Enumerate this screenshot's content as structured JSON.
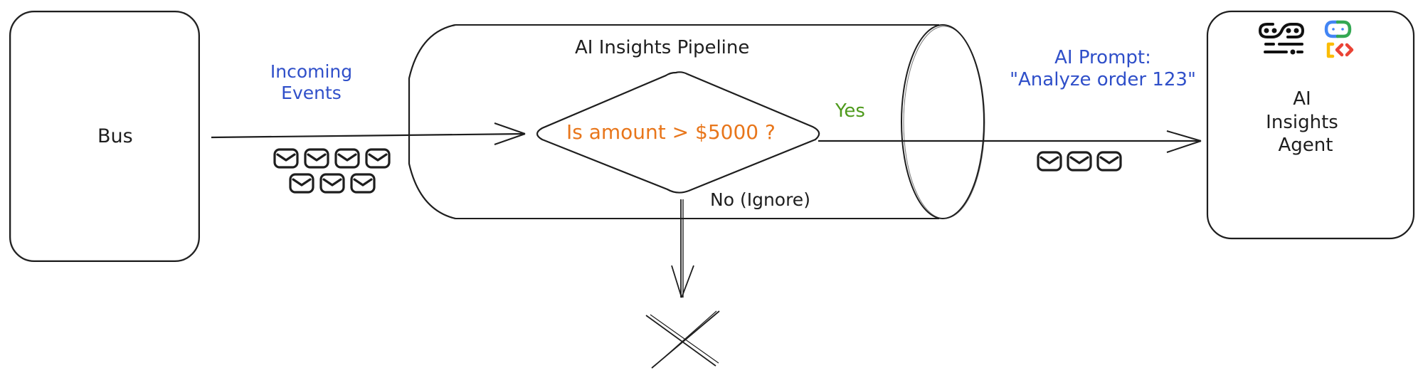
{
  "diagram": {
    "nodes": {
      "bus": {
        "label": "Bus"
      },
      "pipeline": {
        "title": "AI Insights Pipeline"
      },
      "decision": {
        "label": "Is amount > $5000 ?"
      },
      "agent": {
        "line1": "AI",
        "line2": "Insights",
        "line3": "Agent",
        "icons": [
          "agent-engine-icon",
          "gemini-code-icon"
        ]
      },
      "discard": {
        "symbol": "x-mark-icon"
      }
    },
    "edges": {
      "incoming": {
        "label_line1": "Incoming",
        "label_line2": "Events",
        "message_count": 7
      },
      "yes": {
        "label": "Yes"
      },
      "no": {
        "label": "No (Ignore)"
      },
      "prompt": {
        "label_line1": "AI Prompt:",
        "label_line2": "\"Analyze order 123\"",
        "message_count": 3
      }
    },
    "colors": {
      "stroke": "#1e1e1e",
      "blue_text": "#2f4fc9",
      "orange_text": "#e8761b",
      "green_text": "#4e9a1c"
    }
  }
}
